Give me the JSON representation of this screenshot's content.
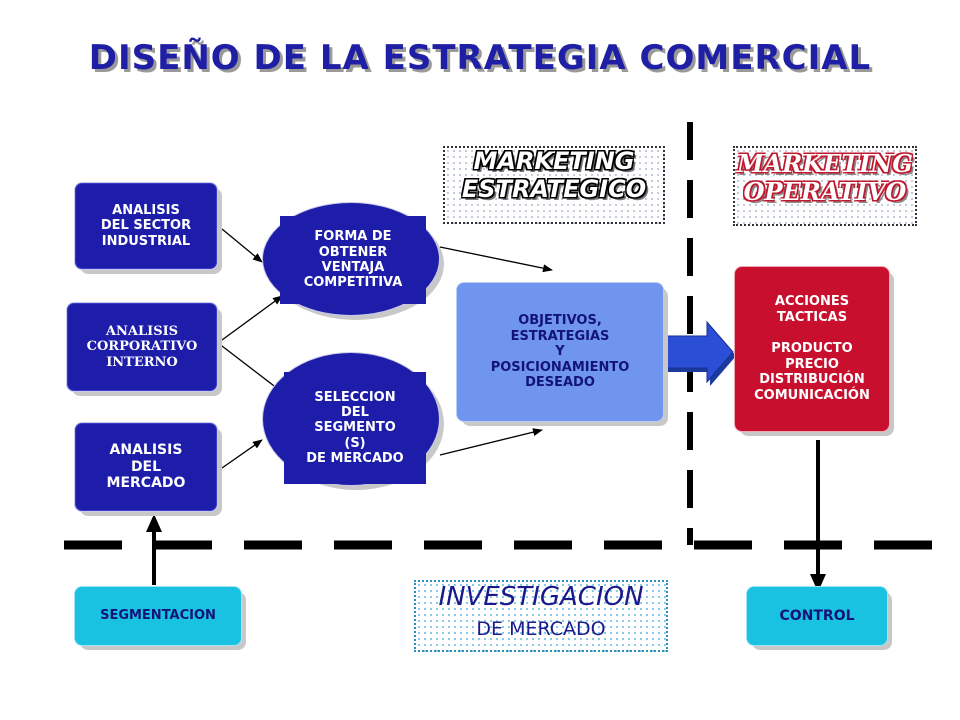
{
  "title": "DISEÑO DE LA ESTRATEGIA COMERCIAL",
  "labels": {
    "marketing_estrategico": "MARKETING\nESTRATEGICO",
    "marketing_operativo": "MARKETING\nOPERATIVO",
    "investigacion": "INVESTIGACION",
    "de_mercado": "DE MERCADO"
  },
  "nodes": {
    "analisis_sector": "ANALISIS\nDEL SECTOR\nINDUSTRIAL",
    "analisis_corporativo": "ANALISIS\nCORPORATIVO\nINTERNO",
    "analisis_mercado": "ANALISIS\nDEL\nMERCADO",
    "forma_obtener": "FORMA DE\nOBTENER\nVENTAJA\nCOMPETITIVA",
    "seleccion_segmento": "SELECCION\nDEL\nSEGMENTO\n(S)\nDE MERCADO",
    "objetivos": "OBJETIVOS,\nESTRATEGIAS\nY\nPOSICIONAMIENTO\nDESEADO",
    "acciones": "ACCIONES\nTACTICAS\n\nPRODUCTO\nPRECIO\nDISTRIBUCIÓN\nCOMUNICACIÓN",
    "segmentacion": "SEGMENTACION",
    "control": "CONTROL"
  },
  "colors": {
    "navy": "#1d1daa",
    "title": "#1f1fa6",
    "light_blue": "#6f95ee",
    "red": "#c8102e",
    "cyan": "#19c2e0",
    "arrow_blue": "#2a4fd6"
  }
}
